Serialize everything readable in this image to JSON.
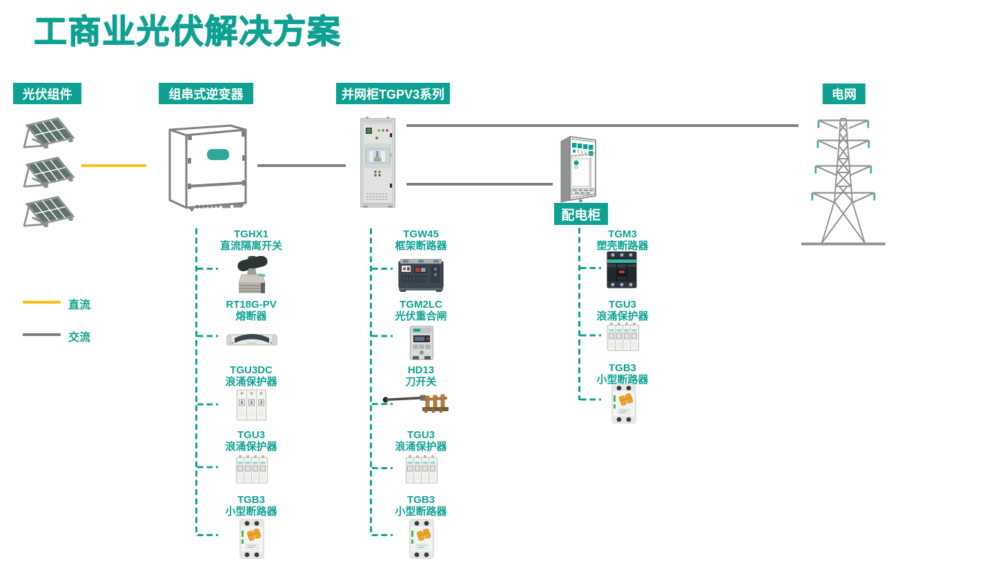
{
  "title": "工商业光伏解决方案",
  "colors": {
    "brand": "#0EA192",
    "dc_line": "#FFC013",
    "ac_line": "#7F7F7F"
  },
  "badges": {
    "pv_modules": {
      "label": "光伏组件"
    },
    "string_inverter": {
      "label": "组串式逆变器"
    },
    "grid_cabinet": {
      "label": "并网柜TGPV3系列"
    },
    "distribution_cabinet": {
      "label": "配电柜"
    },
    "power_grid": {
      "label": "电网"
    }
  },
  "legend": {
    "dc": "直流",
    "ac": "交流"
  },
  "devices": {
    "pv_array": {
      "icon": "solar-panel-icon",
      "count": 3
    },
    "string_inverter": {
      "icon": "string-inverter-icon"
    },
    "grid_cabinet": {
      "icon": "grid-connection-cabinet-icon"
    },
    "distribution_cabinet": {
      "icon": "distribution-cabinet-icon"
    },
    "power_grid": {
      "icon": "transmission-tower-icon"
    }
  },
  "columns": [
    {
      "id": "inverter-products",
      "products": [
        {
          "model": "TGHX1",
          "name": "直流隔离开关",
          "icon": "dc-isolator-icon"
        },
        {
          "model": "RT18G-PV",
          "name": "熔断器",
          "icon": "fuse-icon"
        },
        {
          "model": "TGU3DC",
          "name": "浪涌保护器",
          "icon": "surge-protector-3p-icon"
        },
        {
          "model": "TGU3",
          "name": "浪涌保护器",
          "icon": "surge-protector-4p-icon"
        },
        {
          "model": "TGB3",
          "name": "小型断路器",
          "icon": "mcb-icon"
        }
      ]
    },
    {
      "id": "grid-cabinet-products",
      "products": [
        {
          "model": "TGW45",
          "name": "框架断路器",
          "icon": "frame-breaker-icon"
        },
        {
          "model": "TGM2LC",
          "name": "光伏重合闸",
          "icon": "pv-recloser-icon"
        },
        {
          "model": "HD13",
          "name": "刀开关",
          "icon": "knife-switch-icon"
        },
        {
          "model": "TGU3",
          "name": "浪涌保护器",
          "icon": "surge-protector-4p-icon"
        },
        {
          "model": "TGB3",
          "name": "小型断路器",
          "icon": "mcb-icon"
        }
      ]
    },
    {
      "id": "distribution-products",
      "products": [
        {
          "model": "TGM3",
          "name": "塑壳断路器",
          "icon": "mccb-icon"
        },
        {
          "model": "TGU3",
          "name": "浪涌保护器",
          "icon": "surge-protector-4p-icon"
        },
        {
          "model": "TGB3",
          "name": "小型断路器",
          "icon": "mcb-icon"
        }
      ]
    }
  ]
}
